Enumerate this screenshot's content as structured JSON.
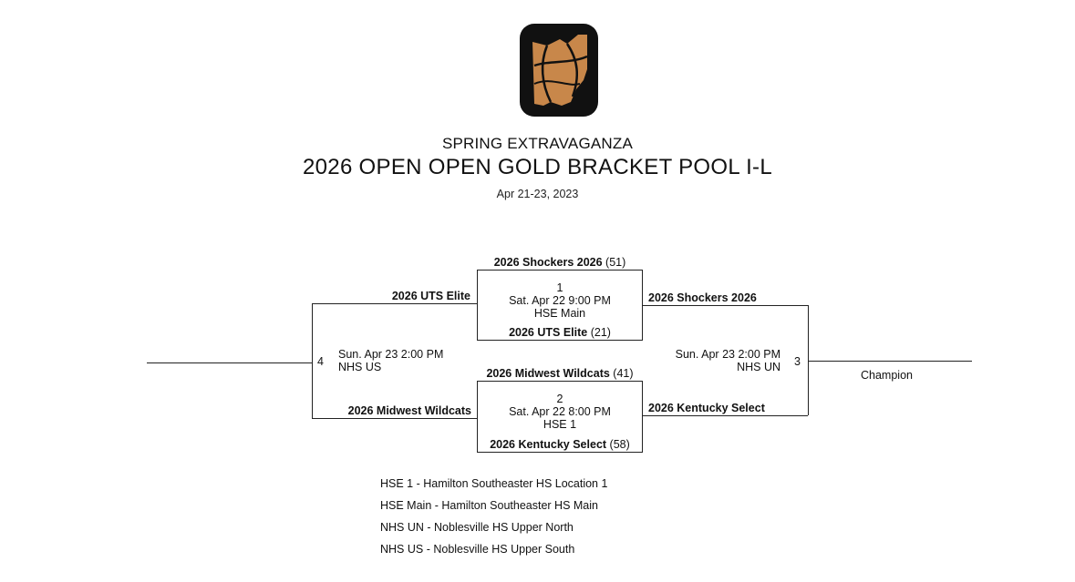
{
  "header": {
    "event": "SPRING EXTRAVAGANZA",
    "title": "2026 OPEN OPEN GOLD BRACKET POOL I-L",
    "dates": "Apr 21-23, 2023"
  },
  "colors": {
    "logo_bg": "#111111",
    "logo_fill": "#c8874a",
    "line": "#222222"
  },
  "games": {
    "g1": {
      "number": "1",
      "time": "Sat. Apr 22 9:00 PM",
      "location": "HSE Main",
      "top_team": "2026 Shockers 2026",
      "top_score": "(51)",
      "bottom_team": "2026 UTS Elite",
      "bottom_score": "(21)"
    },
    "g2": {
      "number": "2",
      "time": "Sat. Apr 22 8:00 PM",
      "location": "HSE 1",
      "top_team": "2026 Midwest Wildcats",
      "top_score": "(41)",
      "bottom_team": "2026 Kentucky Select",
      "bottom_score": "(58)"
    },
    "g3": {
      "number": "3",
      "time": "Sun. Apr 23 2:00 PM",
      "location": "NHS UN",
      "top_team": "2026 Shockers 2026",
      "bottom_team": "2026 Kentucky Select"
    },
    "g4": {
      "number": "4",
      "time": "Sun. Apr 23 2:00 PM",
      "location": "NHS US",
      "top_team": "2026 UTS Elite",
      "bottom_team": "2026 Midwest Wildcats"
    }
  },
  "champion_label": "Champion",
  "legend": [
    "HSE 1 - Hamilton Southeaster HS Location 1",
    "HSE Main - Hamilton Southeaster HS Main",
    "NHS UN - Noblesville HS Upper North",
    "NHS US - Noblesville HS Upper South"
  ]
}
